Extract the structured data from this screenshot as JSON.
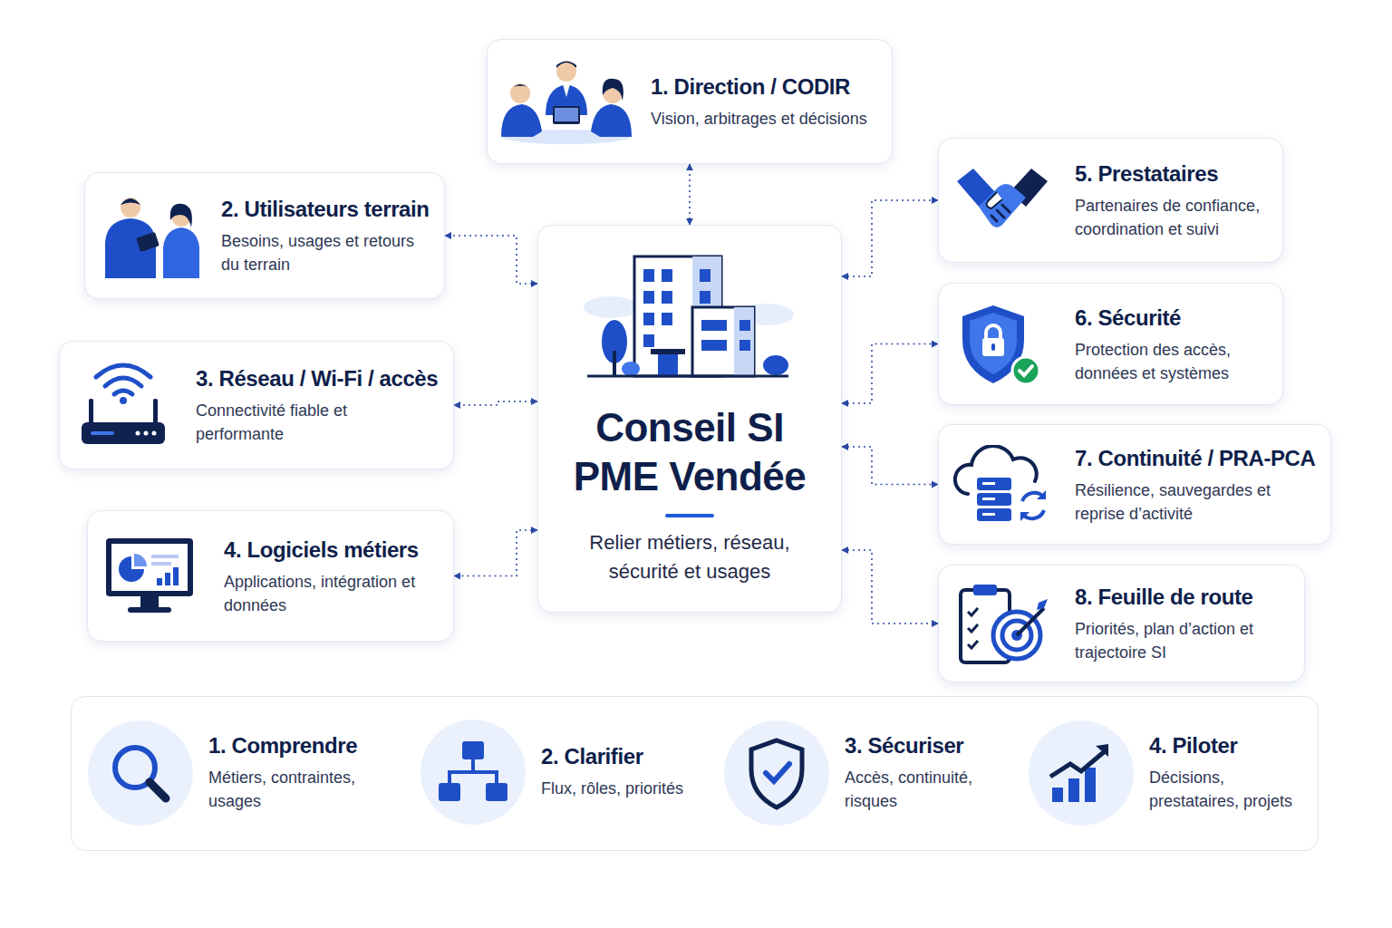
{
  "diagram": {
    "nodes": [
      {
        "text": [
          "1. Direction / CODIR",
          "Vision, arbitrages et décisions"
        ]
      },
      {
        "text": [
          "2. Utilisateurs terrain",
          "Besoins, usages et retours du terrain"
        ]
      },
      {
        "text": [
          "Conseil SI PME Vendée",
          "Relier métiers, réseau, sécurité et usages"
        ]
      },
      {
        "text": [
          "3. Réseau / Wi-Fi / accès",
          "Connectivité fiable et performante"
        ]
      },
      {
        "text": [
          "4. Logiciels métiers",
          "Applications, intégration et données"
        ]
      },
      {
        "text": [
          "5. Prestataires",
          "Partenaires de confiance, coordination et suivi"
        ]
      },
      {
        "text": [
          "6. Sécurité",
          "Protection des accès, données et systèmes"
        ]
      },
      {
        "text": [
          "7. Continuité / PRA-PCA",
          "Résilience, sauvegardes et reprise d’activité"
        ]
      },
      {
        "text": [
          "8. Feuille de route",
          "Priorités, plan d’action et trajectoire SI"
        ]
      },
      {
        "text": [
          "1. Comprendre",
          "Métiers, contraintes, usages"
        ]
      },
      {
        "text": [
          "2. Clarifier",
          "Flux, rôles, priorités"
        ]
      },
      {
        "text": [
          "3. Sécuriser",
          "Accès, continuité, risques"
        ]
      },
      {
        "text": [
          "4. Piloter",
          "Décisions, prestataires, projets"
        ]
      }
    ],
    "edges": [
      {
        "from": 2,
        "to": 0,
        "arrow": "both"
      },
      {
        "from": 2,
        "to": 1,
        "arrow": "both"
      },
      {
        "from": 2,
        "to": 3,
        "arrow": "both"
      },
      {
        "from": 2,
        "to": 4,
        "arrow": "both"
      },
      {
        "from": 2,
        "to": 5,
        "arrow": "both"
      },
      {
        "from": 2,
        "to": 6,
        "arrow": "both"
      },
      {
        "from": 2,
        "to": 7,
        "arrow": "both"
      },
      {
        "from": 2,
        "to": 8,
        "arrow": "both"
      },
      {
        "from": 9,
        "to": 10,
        "arrow": "to"
      },
      {
        "from": 10,
        "to": 11,
        "arrow": "to"
      },
      {
        "from": 11,
        "to": 12,
        "arrow": "to"
      }
    ]
  }
}
